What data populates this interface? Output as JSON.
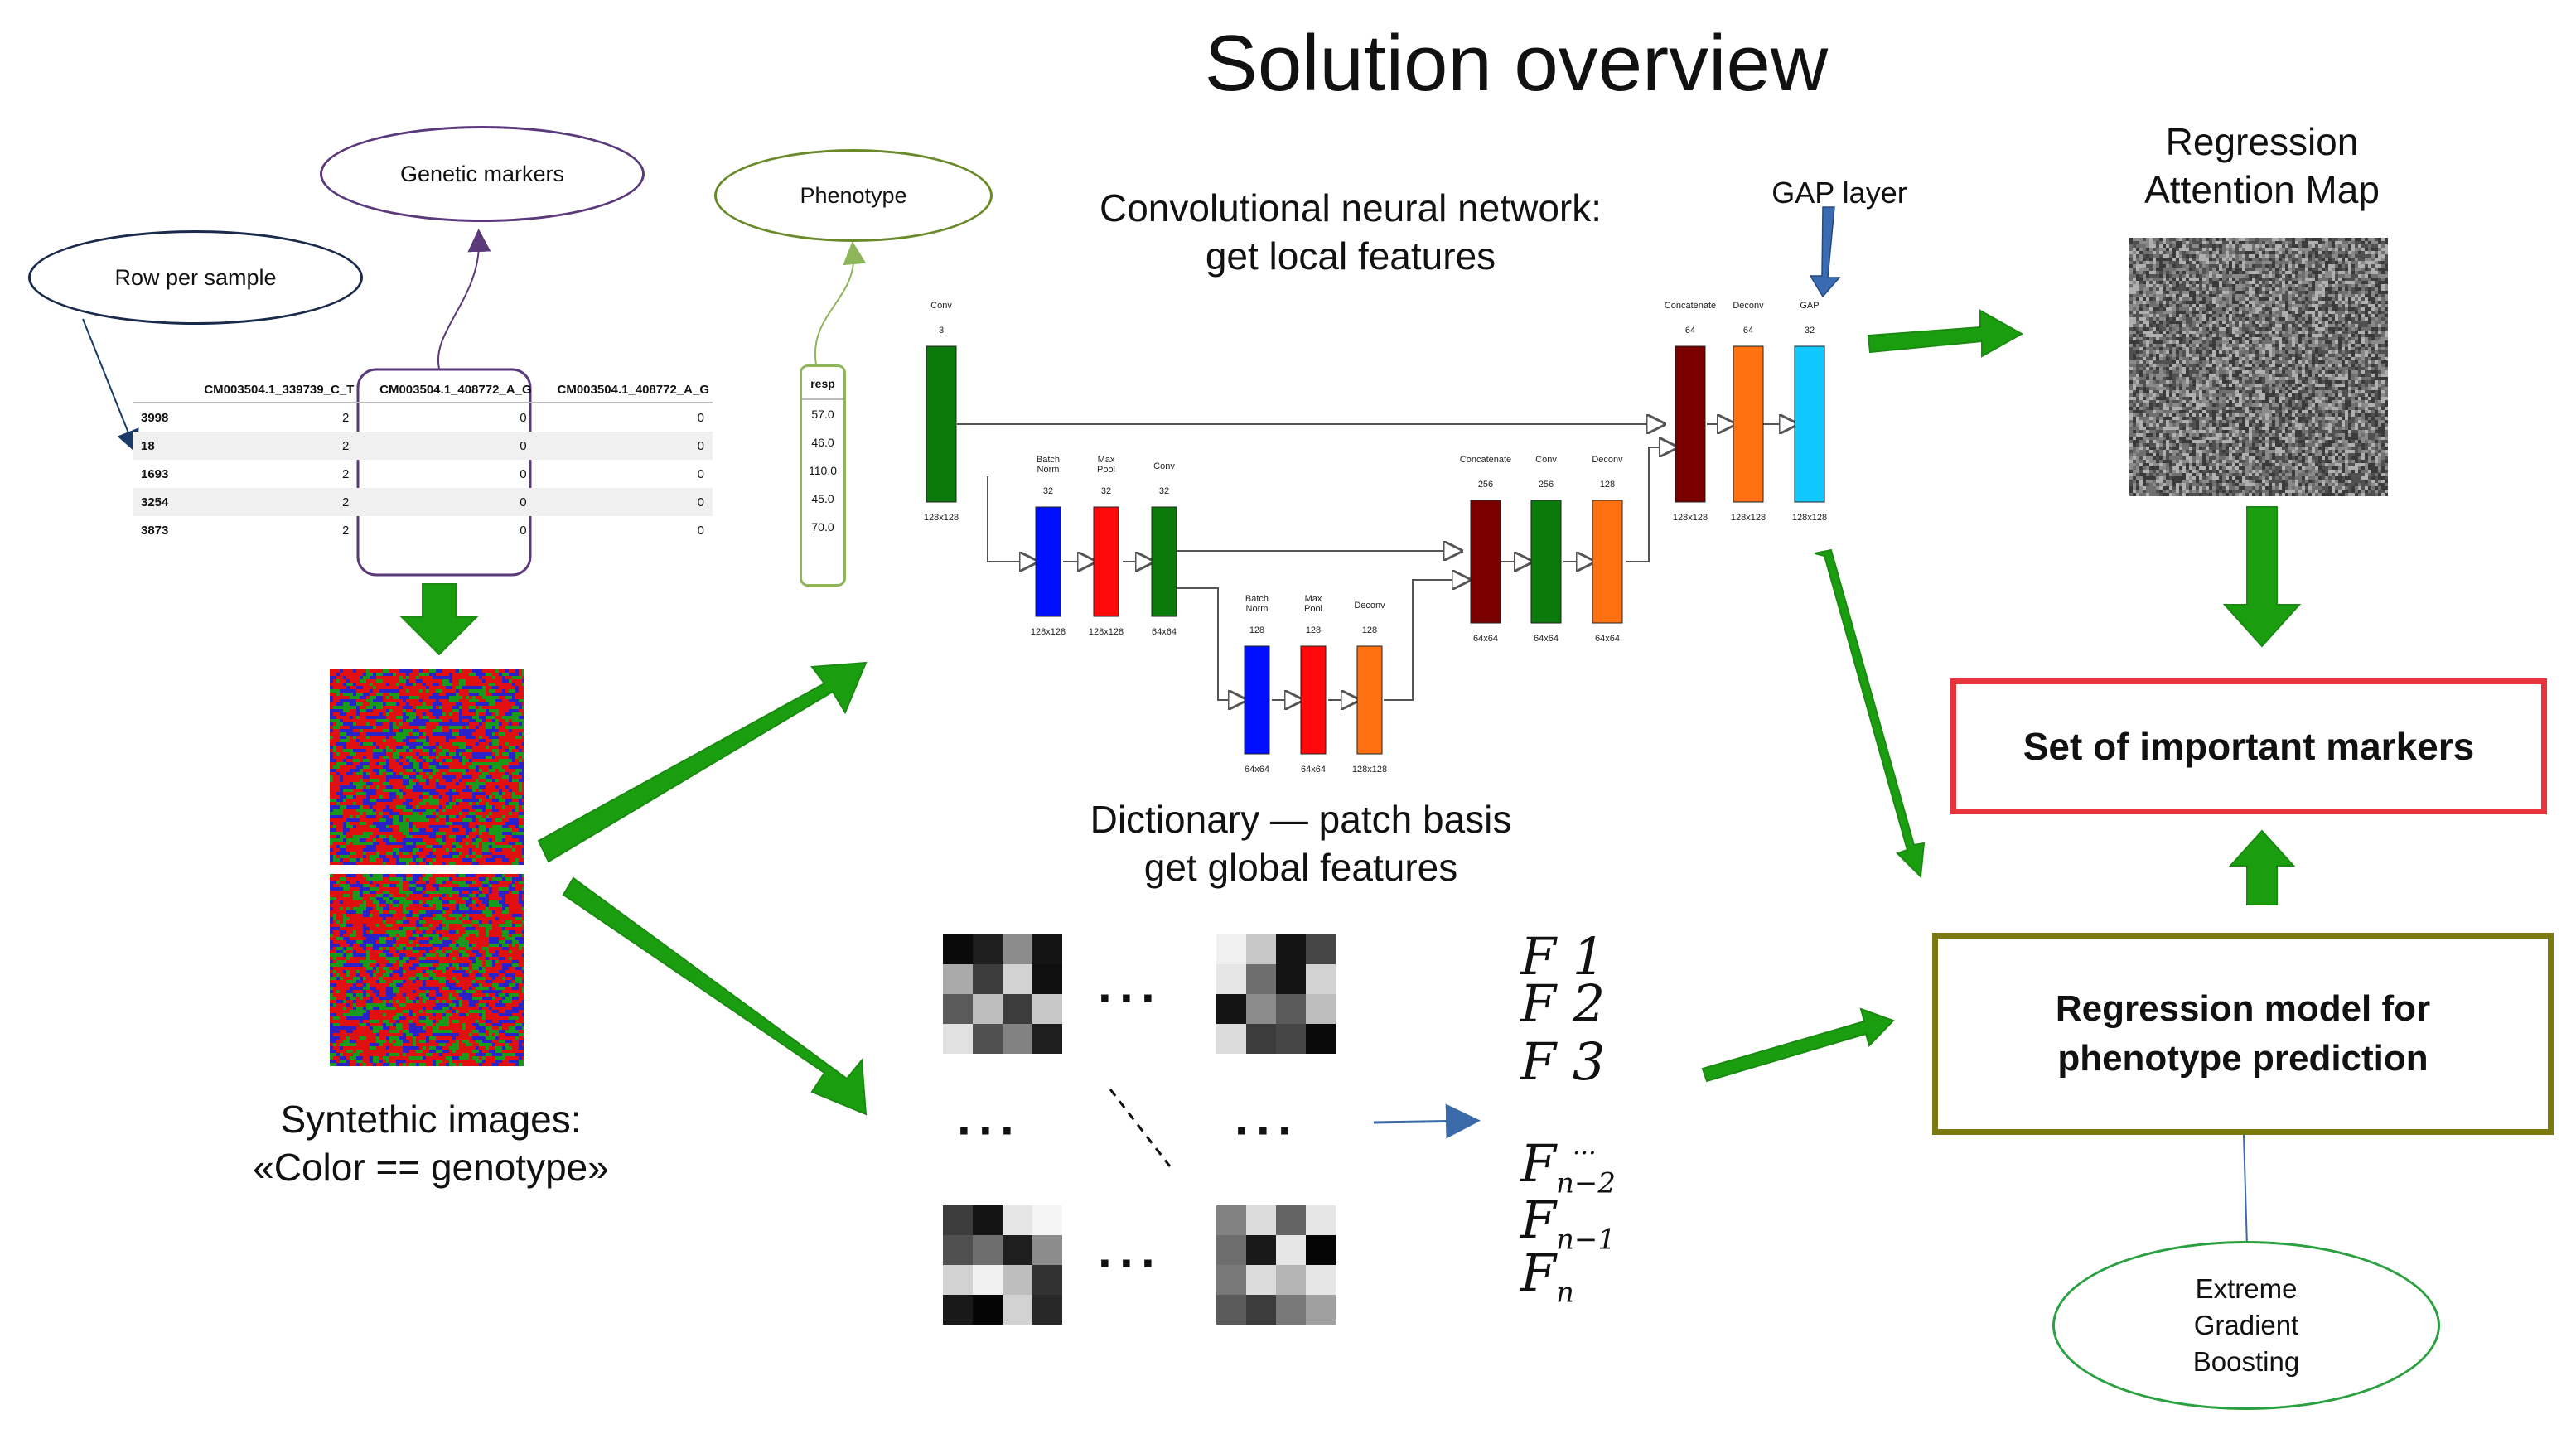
{
  "title": "Solution overview",
  "ellipses": {
    "row_per_sample": "Row per sample",
    "genetic_markers": "Genetic markers",
    "phenotype": "Phenotype",
    "xgboost": [
      "Extreme",
      "Gradient",
      "Boosting"
    ]
  },
  "table": {
    "headers": [
      "",
      "CM003504.1_339739_C_T",
      "CM003504.1_408772_A_G",
      "CM003504.1_408772_A_G"
    ],
    "rows": [
      [
        "3998",
        "2",
        "0",
        "0"
      ],
      [
        "18",
        "2",
        "0",
        "0"
      ],
      [
        "1693",
        "2",
        "0",
        "0"
      ],
      [
        "3254",
        "2",
        "0",
        "0"
      ],
      [
        "3873",
        "2",
        "0",
        "0"
      ]
    ]
  },
  "resp": {
    "header": "resp",
    "values": [
      "57.0",
      "46.0",
      "110.0",
      "45.0",
      "70.0"
    ]
  },
  "headings": {
    "cnn": [
      "Convolutional neural network:",
      "get local features"
    ],
    "dictionary": [
      "Dictionary — patch basis",
      "get global features"
    ],
    "synthetic": [
      "Syntethic images:",
      "«Color == genotype»"
    ],
    "gap_layer": "GAP layer",
    "attention": [
      "Regression",
      "Attention Map"
    ]
  },
  "boxes": {
    "important_markers": "Set of important markers",
    "regression_model": [
      "Regression model for",
      "phenotype prediction"
    ]
  },
  "network": {
    "blocks": [
      {
        "name": "Conv",
        "ch": "3",
        "size": "128x128",
        "color": "#0a7a0a"
      },
      {
        "name": "Batch Norm",
        "ch": "32",
        "size": "128x128",
        "color": "#0010ff"
      },
      {
        "name": "Max Pool",
        "ch": "32",
        "size": "128x128",
        "color": "#ff0a0a"
      },
      {
        "name": "Conv",
        "ch": "32",
        "size": "64x64",
        "color": "#0a7a0a"
      },
      {
        "name": "Batch Norm",
        "ch": "128",
        "size": "64x64",
        "color": "#0010ff"
      },
      {
        "name": "Max Pool",
        "ch": "128",
        "size": "64x64",
        "color": "#ff0a0a"
      },
      {
        "name": "Deconv",
        "ch": "128",
        "size": "128x128",
        "color": "#ff7010"
      },
      {
        "name": "Concatenate",
        "ch": "256",
        "size": "64x64",
        "color": "#7a0000"
      },
      {
        "name": "Conv",
        "ch": "256",
        "size": "64x64",
        "color": "#0a7a0a"
      },
      {
        "name": "Deconv",
        "ch": "128",
        "size": "64x64",
        "color": "#ff7010"
      },
      {
        "name": "Concatenate",
        "ch": "64",
        "size": "128x128",
        "color": "#7a0000"
      },
      {
        "name": "Deconv",
        "ch": "64",
        "size": "128x128",
        "color": "#ff7010"
      },
      {
        "name": "GAP",
        "ch": "32",
        "size": "128x128",
        "color": "#10c8ff"
      }
    ]
  },
  "features": {
    "top": [
      "F 1",
      "F 2",
      "F 3"
    ],
    "bottom": [
      "F",
      "F",
      "F"
    ],
    "bottom_sub": [
      "n−2",
      "n−1",
      "n"
    ],
    "dots_over": "...",
    "ellipsis": "···"
  },
  "colors": {
    "arrow_green": "#1a9e10",
    "red_box": "#e8333a",
    "olive_box": "#7a7a10",
    "ellipse_navy": "#1a2a4a",
    "ellipse_purple": "#5a3a7a",
    "ellipse_olive": "#6a8a2a",
    "ellipse_green": "#2aa040"
  }
}
